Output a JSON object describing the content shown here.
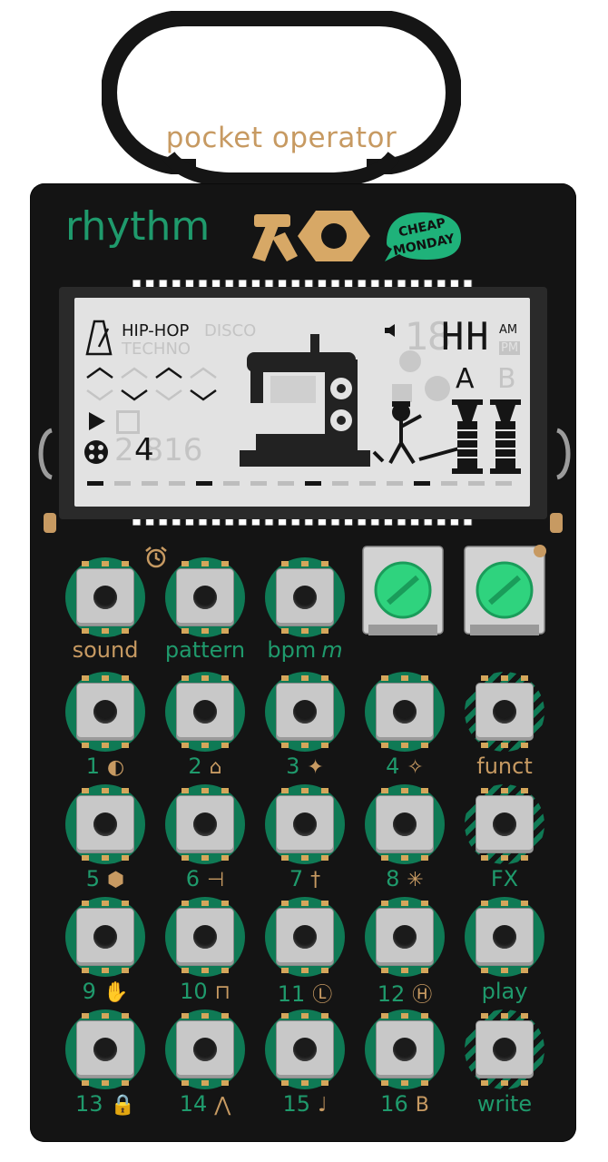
{
  "device": {
    "hanger_label": "pocket operator",
    "model_name": "rhythm",
    "sticker_text": "CHEAP MONDAY"
  },
  "lcd": {
    "genre_active": "HIP-HOP",
    "genre_ghost_1": "DISCO",
    "genre_ghost_2": "TECHNO",
    "steps_active": "4",
    "steps_ghost": "2  816",
    "clock_digits": "HH",
    "clock_ghost": "18",
    "am": "AM",
    "pm": "PM",
    "mode_a": "A",
    "mode_b": "B"
  },
  "top_row": [
    {
      "label": "sound",
      "color": "tan"
    },
    {
      "label": "pattern",
      "color": "green"
    },
    {
      "label": "bpm",
      "suffix": "m",
      "color": "green"
    }
  ],
  "rows": [
    [
      {
        "label": "1",
        "glyph": "◐"
      },
      {
        "label": "2",
        "glyph": "⌂"
      },
      {
        "label": "3",
        "glyph": "✦"
      },
      {
        "label": "4",
        "glyph": "✧"
      },
      {
        "label": "funct",
        "tan": true
      }
    ],
    [
      {
        "label": "5",
        "glyph": "⬢"
      },
      {
        "label": "6",
        "glyph": "⊣"
      },
      {
        "label": "7",
        "glyph": "†"
      },
      {
        "label": "8",
        "glyph": "✳"
      },
      {
        "label": "FX"
      }
    ],
    [
      {
        "label": "9",
        "glyph": "✋"
      },
      {
        "label": "10",
        "glyph": "⊓"
      },
      {
        "label": "11",
        "glyph": "Ⓛ"
      },
      {
        "label": "12",
        "glyph": "Ⓗ"
      },
      {
        "label": "play"
      }
    ],
    [
      {
        "label": "13",
        "glyph": "🔒"
      },
      {
        "label": "14",
        "glyph": "⋀"
      },
      {
        "label": "15",
        "glyph": "♩"
      },
      {
        "label": "16",
        "glyph": "B"
      },
      {
        "label": "write"
      }
    ]
  ],
  "colors": {
    "board": "#141414",
    "green": "#1f9a6c",
    "pad_green": "#0f7a55",
    "tan": "#c79a62",
    "knob": "#2fd37e",
    "lcd": "#e2e2e2"
  },
  "icons": {
    "alarm": "alarm-clock-icon",
    "metronome": "metronome-icon",
    "play": "play-icon",
    "speaker": "speaker-icon"
  }
}
